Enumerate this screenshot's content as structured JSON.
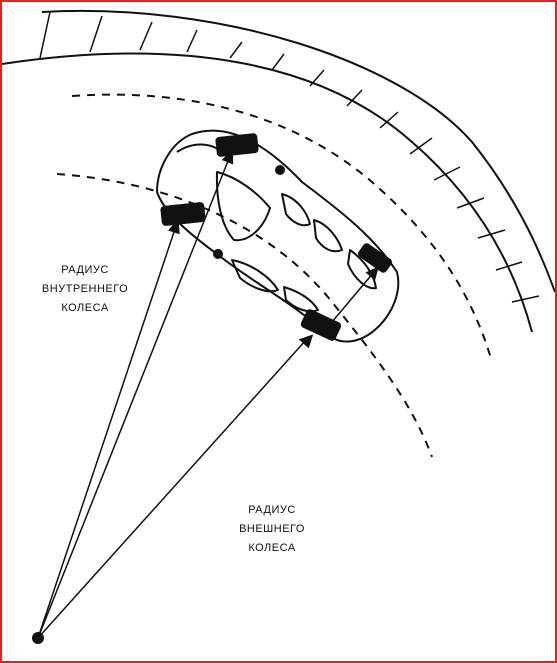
{
  "labels": {
    "inner_wheel": [
      "РАДИУС",
      "ВНУТРЕННЕГО",
      "КОЛЕСА"
    ],
    "outer_wheel": [
      "РАДИУС",
      "ВНЕШНЕГО",
      "КОЛЕСА"
    ]
  },
  "colors": {
    "frame": "#e8201c",
    "ink": "#111111",
    "background": "#ffffff"
  },
  "icons": {
    "turn_center": "turn-center-dot",
    "wheel": "tire-block",
    "road": "hatched-curb"
  }
}
